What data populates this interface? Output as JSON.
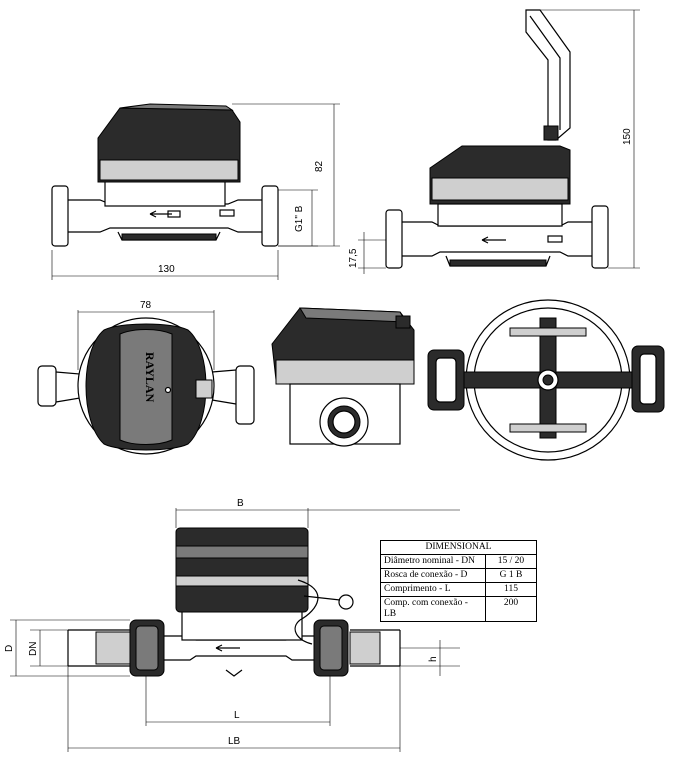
{
  "dimensions_top": {
    "width": "130",
    "height": "82",
    "thread": "G1\" B",
    "width_plan": "78",
    "height_total": "150",
    "offset": "17,5"
  },
  "dimensions_bottom": {
    "b": "B",
    "h": "h",
    "l": "L",
    "lb": "LB",
    "d": "D",
    "dn": "DN"
  },
  "brand": "RAYLAN",
  "table": {
    "title": "DIMENSIONAL",
    "rows": [
      {
        "label": "Diâmetro nominal   - DN",
        "value": "15 / 20"
      },
      {
        "label": "Rosca de conexão   - D",
        "value": "G 1 B"
      },
      {
        "label": "Comprimento           - L",
        "value": "115"
      },
      {
        "label": "Comp. com conexão - LB",
        "value": "200"
      }
    ]
  }
}
